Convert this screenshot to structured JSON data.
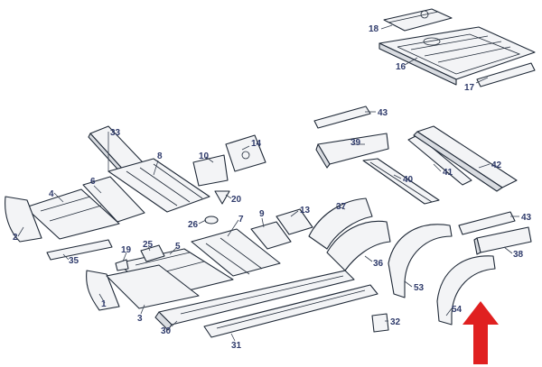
{
  "labels": {
    "p1": "1",
    "p2": "2",
    "p3": "3",
    "p4": "4",
    "p5": "5",
    "p6": "6",
    "p7": "7",
    "p8": "8",
    "p9": "9",
    "p10": "10",
    "p13": "13",
    "p14": "14",
    "p16": "16",
    "p17": "17",
    "p18": "18",
    "p19": "19",
    "p20": "20",
    "p25": "25",
    "p26": "26",
    "p30": "30",
    "p31": "31",
    "p32": "32",
    "p33": "33",
    "p35": "35",
    "p36": "36",
    "p37": "37",
    "p38": "38",
    "p39": "39",
    "p40": "40",
    "p41": "41",
    "p42": "42",
    "p43a": "43",
    "p43b": "43",
    "p53": "53",
    "p54": "54"
  },
  "colors": {
    "highlight_arrow": "#e02020",
    "label_text": "#2f3b6b",
    "outline": "#1f2937"
  }
}
